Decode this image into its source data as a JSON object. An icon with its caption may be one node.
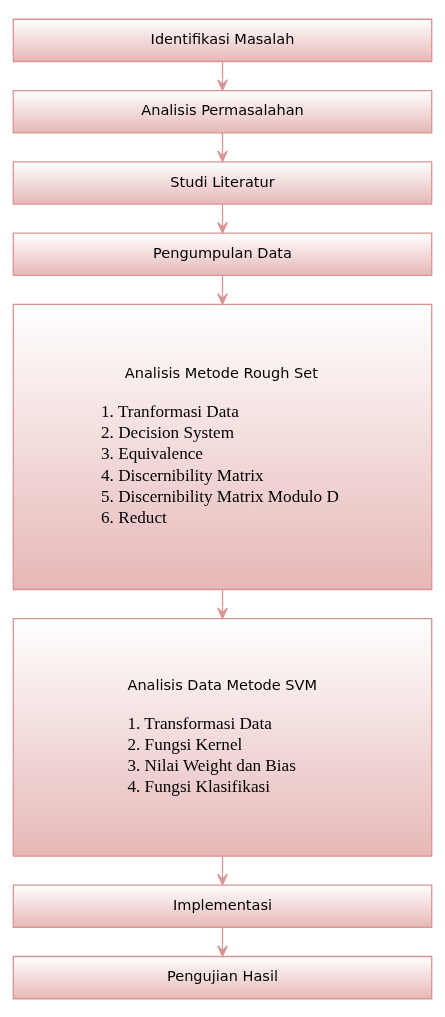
{
  "diagram": {
    "nodes": [
      {
        "text": [
          "Identifikasi Masalah"
        ]
      },
      {
        "text": [
          "Analisis Permasalahan"
        ]
      },
      {
        "text": [
          "Studi Literatur"
        ]
      },
      {
        "text": [
          "Pengumpulan Data"
        ]
      },
      {
        "text": [
          "Analisis Metode Rough Set",
          "1. Tranformasi Data",
          "2. Decision System",
          "3. Equivalence",
          "4. Discernibility Matrix",
          "5. Discernibility Matrix Modulo D",
          "6. Reduct"
        ]
      },
      {
        "text": [
          "Analisis Data Metode SVM",
          "1. Transformasi Data",
          "2. Fungsi Kernel",
          "3. Nilai Weight dan Bias",
          "4. Fungsi Klasifikasi"
        ]
      },
      {
        "text": [
          "Implementasi"
        ]
      },
      {
        "text": [
          "Pengujian Hasil"
        ]
      }
    ],
    "edges": [
      {
        "from": 0,
        "to": 1,
        "arrow": "to"
      },
      {
        "from": 1,
        "to": 2,
        "arrow": "to"
      },
      {
        "from": 2,
        "to": 3,
        "arrow": "to"
      },
      {
        "from": 3,
        "to": 4,
        "arrow": "to"
      },
      {
        "from": 4,
        "to": 5,
        "arrow": "to"
      },
      {
        "from": 5,
        "to": 6,
        "arrow": "to"
      },
      {
        "from": 6,
        "to": 7,
        "arrow": "to"
      }
    ]
  }
}
